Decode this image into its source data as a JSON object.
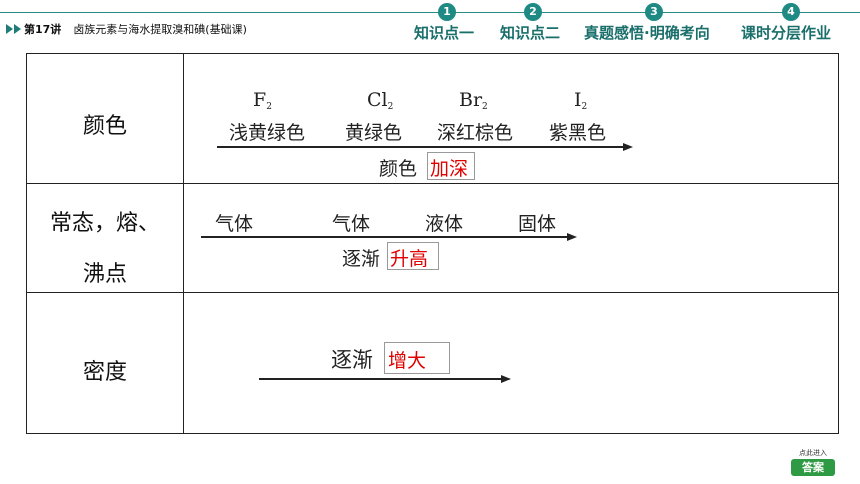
{
  "header": {
    "lesson_number": "第17讲",
    "lesson_title": "卤族元素与海水提取溴和碘(基础课)",
    "nav": [
      {
        "badge": "1",
        "label": "知识点一"
      },
      {
        "badge": "2",
        "label": "知识点二"
      },
      {
        "badge": "3",
        "label": "真题感悟·明确考向"
      },
      {
        "badge": "4",
        "label": "课时分层作业"
      }
    ]
  },
  "table": {
    "rows": [
      {
        "label": "颜色",
        "elements": [
          {
            "symbol": "F",
            "sub": "2",
            "value": "浅黄绿色"
          },
          {
            "symbol": "Cl",
            "sub": "2",
            "value": "黄绿色"
          },
          {
            "symbol": "Br",
            "sub": "2",
            "value": "深红棕色"
          },
          {
            "symbol": "I",
            "sub": "2",
            "value": "紫黑色"
          }
        ],
        "trend_prefix": "颜色",
        "trend_answer": "加深"
      },
      {
        "label_line1": "常态，熔、",
        "label_line2": "沸点",
        "states": [
          "气体",
          "气体",
          "液体",
          "固体"
        ],
        "trend_prefix": "逐渐",
        "trend_answer": "升高"
      },
      {
        "label": "密度",
        "trend_prefix": "逐渐",
        "trend_answer": "增大"
      }
    ]
  },
  "answer_button": {
    "caption": "点此进入",
    "label": "答案"
  },
  "colors": {
    "accent": "#1f8a84",
    "answer": "#e00000",
    "button": "#2f9a44"
  }
}
